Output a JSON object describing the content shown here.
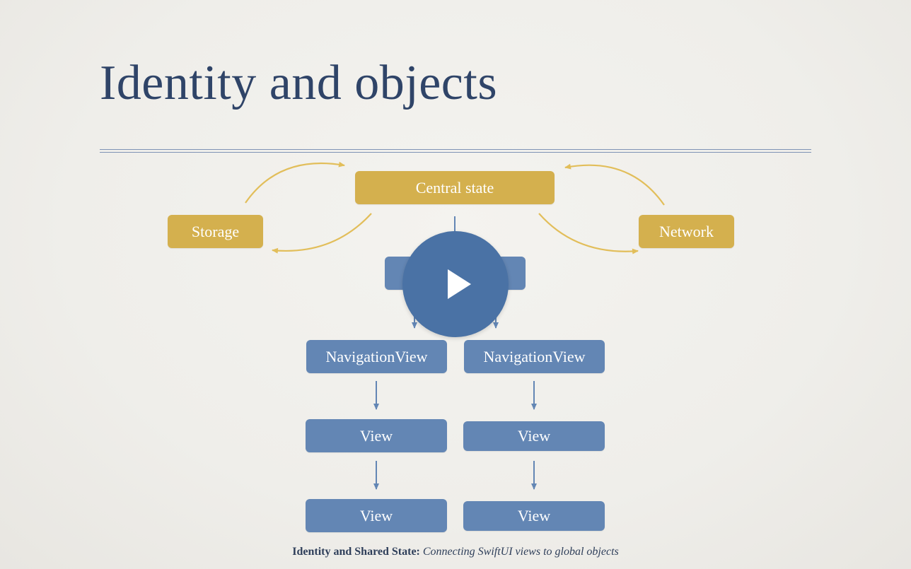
{
  "slide": {
    "title": "Identity and objects",
    "caption_bold": "Identity and Shared State:",
    "caption_italic": "Connecting SwiftUI views to global objects"
  },
  "diagram": {
    "central_state": "Central state",
    "storage": "Storage",
    "network": "Network",
    "nav_left": "NavigationView",
    "nav_right": "NavigationView",
    "view_left_1": "View",
    "view_right_1": "View",
    "view_left_2": "View",
    "view_right_2": "View"
  },
  "colors": {
    "title": "#2f4468",
    "gold": "#d4b04e",
    "blue": "#6386b4",
    "play": "#4a72a5"
  },
  "icons": {
    "play": "play-icon"
  }
}
